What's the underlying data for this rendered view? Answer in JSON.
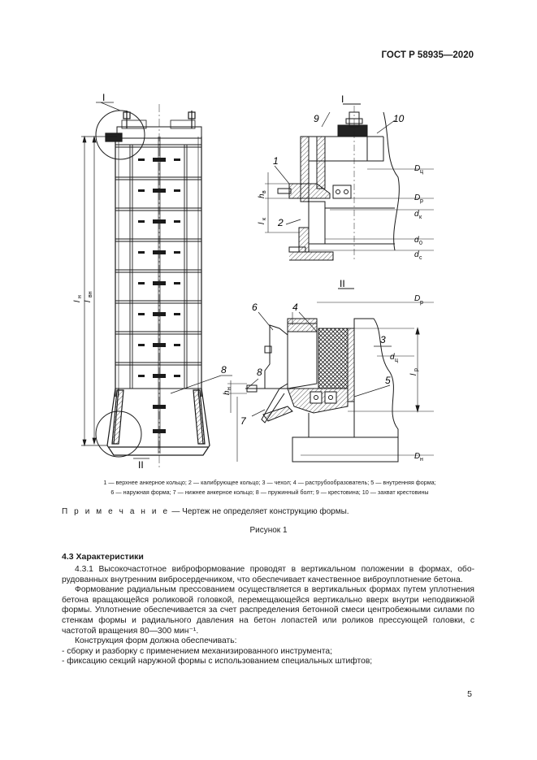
{
  "header": {
    "standard": "ГОСТ Р 58935—2020"
  },
  "figure": {
    "labels": {
      "callout_I": "I",
      "callout_II": "II",
      "detail_I_title": "I",
      "detail_II_title": "II",
      "l_n": "l",
      "l_n_sub": "н",
      "l_vn": "l",
      "l_vn_sub": "вн",
      "n8": "8",
      "n9": "9",
      "n10": "10",
      "n1": "1",
      "n2": "2",
      "n3": "3",
      "n4": "4",
      "n5": "5",
      "n6": "6",
      "n7": "7",
      "n8b": "8",
      "h_v": "h",
      "h_v_sub": "в",
      "l_k": "l",
      "l_k_sub": "к",
      "D_ts": "D",
      "D_ts_sub": "ц",
      "D_r_small": "D",
      "D_r_small_sub": "р",
      "d_k": "d",
      "d_k_sub": "к",
      "d_0": "d",
      "d_0_sub": "0",
      "d_c": "d",
      "d_c_sub": "с",
      "D_p": "D",
      "D_p_sub": "р",
      "d_ts": "d",
      "d_ts_sub": "ц",
      "l_p": "l",
      "l_p_sub": "р",
      "h_n": "h",
      "h_n_sub": "н",
      "D_n": "D",
      "D_n_sub": "н"
    },
    "legend_line1": "1 — верхнее анкерное кольцо; 2 — калибрующее кольцо; 3 — чехол; 4 — раструбообразователь; 5 — внутренняя форма;",
    "legend_line2": "6 — наружная форма; 7 — нижнее анкерное кольцо; 8 — пружинный болт; 9 — крестовина; 10 — захват крестовины",
    "note_prefix": "П р и м е ч а н и е",
    "note_text": " — Чертеж не определяет конструкцию формы.",
    "caption": "Рисунок 1"
  },
  "section": {
    "title": "4.3 Характеристики",
    "paragraphs": [
      "4.3.1 Высокочастотное виброформование проводят в вертикальном положении в формах, обо­рудованных внутренним вибросердечником, что обеспечивает качественное виброуплотнение бетона.",
      "Формование радиальным прессованием осуществляется в вертикальных формах путем уплотне­ния бетона вращающейся роликовой головкой, перемещающейся вертикально вверх внутри неподвиж­ной формы. Уплотнение обеспечивается за счет распределения бетонной смеси центробежными сила­ми по стенкам формы и радиального давления на бетон лопастей или роликов прессующей головки, с частотой вращения 80—300 мин⁻¹.",
      "Конструкция форм должна обеспечивать:"
    ],
    "list_items": [
      "- сборку и разборку с применением механизированного инструмента;",
      "- фиксацию секций наружной формы с использованием специальных штифтов;"
    ]
  },
  "page_number": "5"
}
